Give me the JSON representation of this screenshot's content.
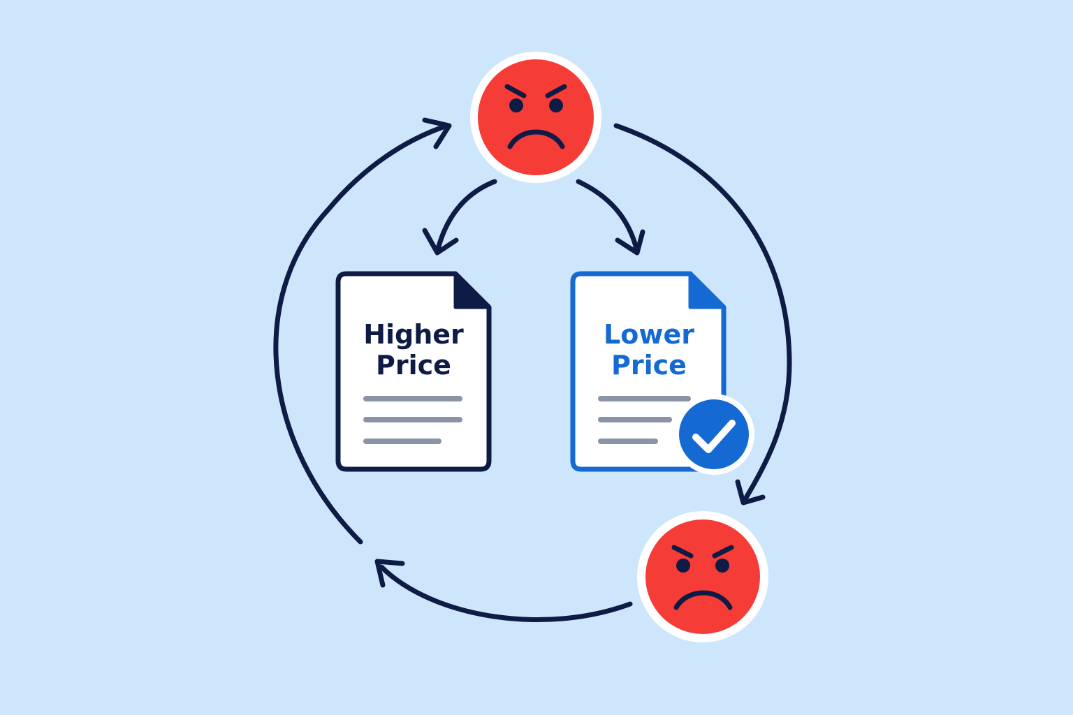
{
  "colors": {
    "background": "#cde6fb",
    "navy": "#0d1b45",
    "blue": "#1469d3",
    "red": "#f53c36",
    "line_gray": "#8a94a6",
    "white": "#ffffff"
  },
  "nodes": {
    "angry_top": {
      "icon": "angry-face-icon"
    },
    "angry_bottom": {
      "icon": "angry-face-icon"
    },
    "higher_doc": {
      "icon": "document-icon",
      "line1": "Higher",
      "line2": "Price"
    },
    "lower_doc": {
      "icon": "document-icon",
      "line1": "Lower",
      "line2": "Price",
      "badge": "checkmark-icon"
    }
  }
}
